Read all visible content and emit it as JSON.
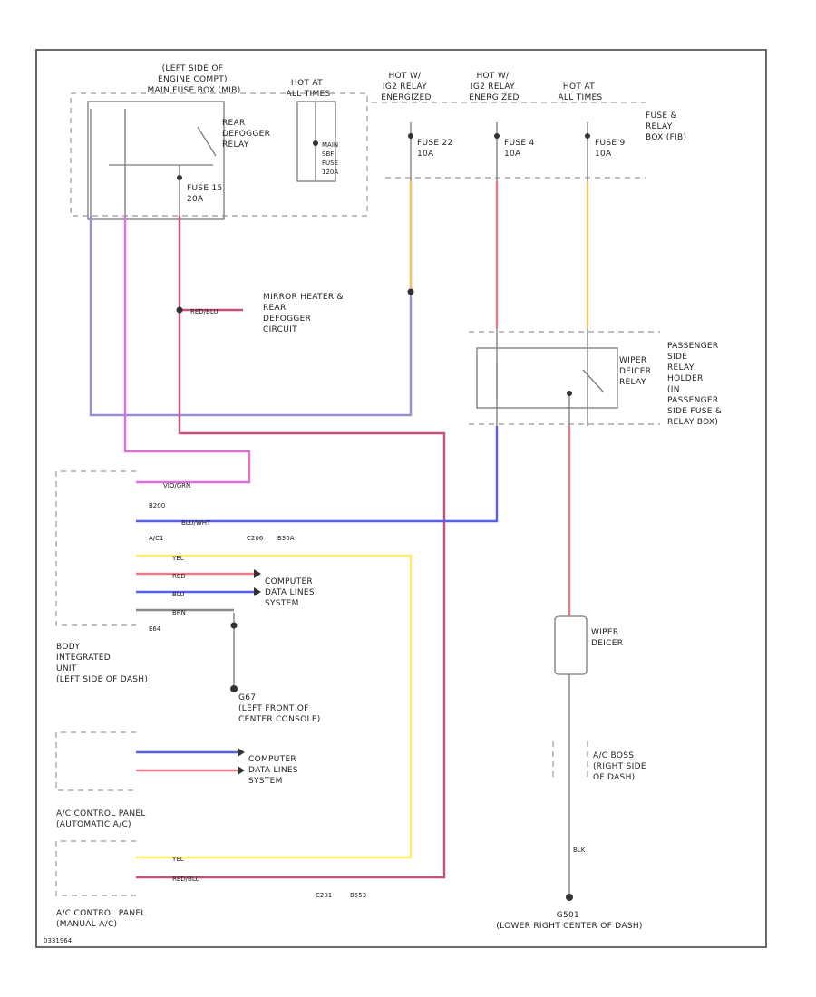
{
  "colors": {
    "pink": "#e070d8",
    "violet": "#9a8cd8",
    "red": "#ee7a86",
    "darkred": "#c8507a",
    "yellow": "#ffee66",
    "orange": "#f0c866",
    "blue": "#5560ee",
    "gray": "#8a8a8a"
  },
  "labels": {
    "engine_box_header": [
      "(LEFT SIDE OF",
      "ENGINE COMPT)",
      "MAIN FUSE BOX (MIB)"
    ],
    "rear_defogger_relay": [
      "REAR",
      "DEFOGGER",
      "RELAY"
    ],
    "hot_at_all_times_1": [
      "HOT AT",
      "ALL TIMES"
    ],
    "main_fuse": [
      "MAIN",
      "SBF",
      "FUSE",
      "120A"
    ],
    "fuse_15": [
      "FUSE 15",
      "20A"
    ],
    "hot_ig2_1": [
      "HOT W/",
      "IG2 RELAY",
      "ENERGIZED"
    ],
    "hot_ig2_2": [
      "HOT W/",
      "IG2 RELAY",
      "ENERGIZED"
    ],
    "hot_at_all_times_2": [
      "HOT AT",
      "ALL TIMES"
    ],
    "fuse_relay_box": [
      "FUSE &",
      "RELAY",
      "BOX (FIB)"
    ],
    "fuse_22": [
      "FUSE 22",
      "10A"
    ],
    "fuse_4": [
      "FUSE 4",
      "10A"
    ],
    "fuse_9": [
      "FUSE 9",
      "10A"
    ],
    "mirror_heater": [
      "MIRROR HEATER &",
      "REAR",
      "DEFOGGER",
      "CIRCUIT"
    ],
    "wiper_deicer_relay": [
      "WIPER",
      "DEICER",
      "RELAY"
    ],
    "passenger_relay_holder": [
      "PASSENGER",
      "SIDE",
      "RELAY",
      "HOLDER",
      "(IN",
      "PASSENGER",
      "SIDE FUSE &",
      "RELAY BOX)"
    ],
    "computer_data_lines_1": [
      "COMPUTER",
      "DATA LINES",
      "SYSTEM"
    ],
    "body_integrated_unit": [
      "BODY",
      "INTEGRATED",
      "UNIT",
      "(LEFT SIDE OF DASH)"
    ],
    "g67": [
      "G67",
      "(LEFT FRONT OF",
      "CENTER CONSOLE)"
    ],
    "wiper_deicer": [
      "WIPER",
      "DEICER"
    ],
    "ac_boss": [
      "A/C BOSS",
      "(RIGHT SIDE",
      "OF DASH)"
    ],
    "computer_data_lines_2": [
      "COMPUTER",
      "DATA LINES",
      "SYSTEM"
    ],
    "ac_auto": [
      "A/C CONTROL PANEL",
      "(AUTOMATIC A/C)"
    ],
    "ac_manual": [
      "A/C CONTROL PANEL",
      "(MANUAL A/C)"
    ],
    "g501": [
      "G501",
      "(LOWER RIGHT CENTER OF DASH)"
    ],
    "connector_notes": [
      "C206",
      "B30A",
      "C201",
      "B553",
      "B200",
      "A/C1",
      "E64"
    ],
    "wire_tags": [
      "VIO/GRN",
      "BLU/WHT",
      "YEL",
      "RED",
      "BLU",
      "BRN",
      "RED/BLU",
      "BLK"
    ],
    "figure_id": "0331964"
  }
}
